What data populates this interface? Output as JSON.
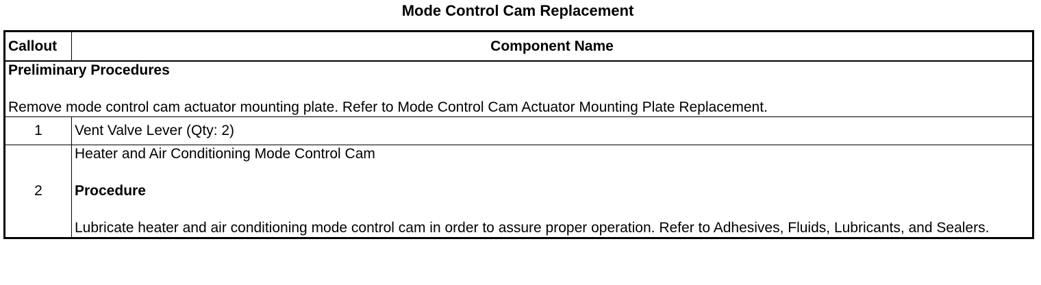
{
  "title": "Mode Control Cam Replacement",
  "table": {
    "headers": {
      "callout": "Callout",
      "component_name": "Component Name"
    },
    "preliminary": {
      "heading": "Preliminary Procedures",
      "text": "Remove mode control cam actuator mounting plate. Refer to Mode Control Cam Actuator Mounting Plate Replacement."
    },
    "rows": [
      {
        "callout": "1",
        "name": "Vent Valve Lever (Qty: 2)"
      },
      {
        "callout": "2",
        "name": "Heater and Air Conditioning Mode Control Cam",
        "procedure_heading": "Procedure",
        "procedure_text": "Lubricate heater and air conditioning mode control cam in order to assure proper operation. Refer to Adhesives, Fluids, Lubricants, and Sealers."
      }
    ]
  }
}
